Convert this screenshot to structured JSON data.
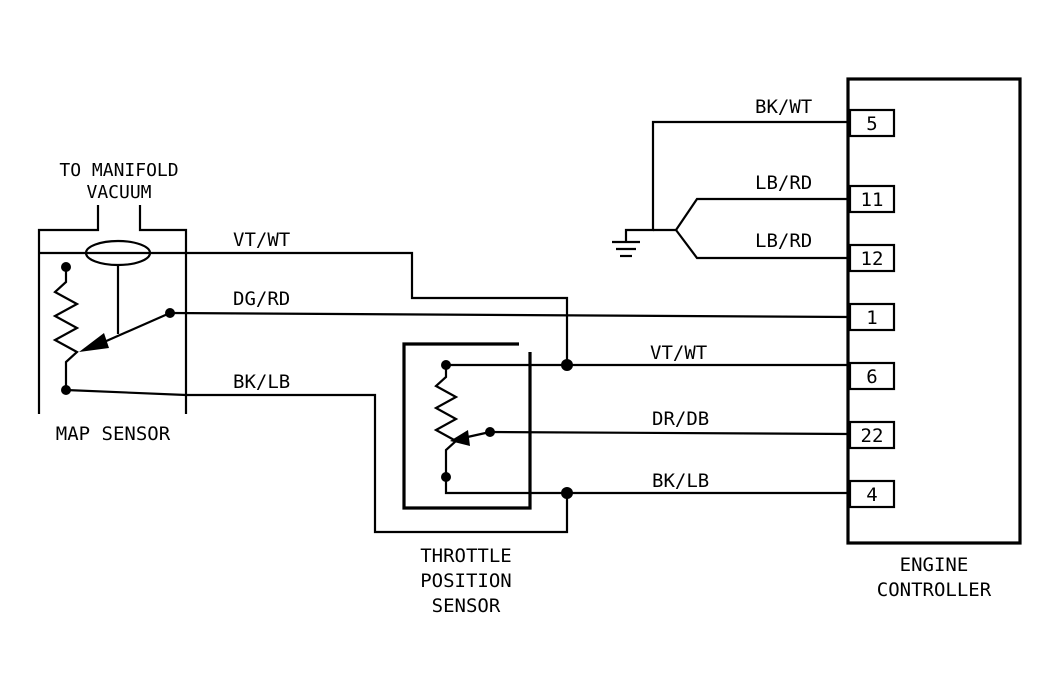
{
  "labels": {
    "manifold_line1": "TO MANIFOLD",
    "manifold_line2": "VACUUM",
    "map_sensor": "MAP SENSOR",
    "tps_line1": "THROTTLE",
    "tps_line2": "POSITION",
    "tps_line3": "SENSOR",
    "controller_line1": "ENGINE",
    "controller_line2": "CONTROLLER"
  },
  "wires": {
    "bk_wt": "BK/WT",
    "lb_rd_11": "LB/RD",
    "lb_rd_12": "LB/RD",
    "vt_wt_map": "VT/WT",
    "dg_rd": "DG/RD",
    "bk_lb_map": "BK/LB",
    "vt_wt_tps": "VT/WT",
    "dr_db": "DR/DB",
    "bk_lb_tps": "BK/LB"
  },
  "pins": {
    "p5": "5",
    "p11": "11",
    "p12": "12",
    "p1": "1",
    "p6": "6",
    "p22": "22",
    "p4": "4"
  }
}
